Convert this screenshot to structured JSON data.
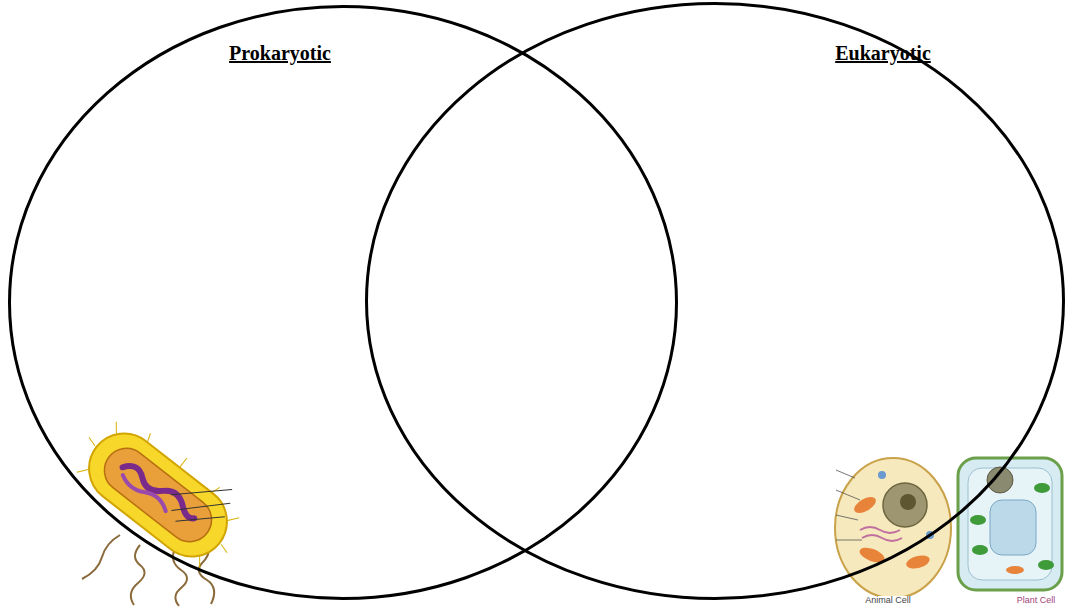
{
  "diagram": {
    "nodes": [
      {
        "text": [
          "Prokaryotic"
        ]
      },
      {
        "text": [
          "Eukaryotic"
        ]
      }
    ],
    "labels": [
      "Animal Cell",
      "Plant Cell"
    ]
  }
}
